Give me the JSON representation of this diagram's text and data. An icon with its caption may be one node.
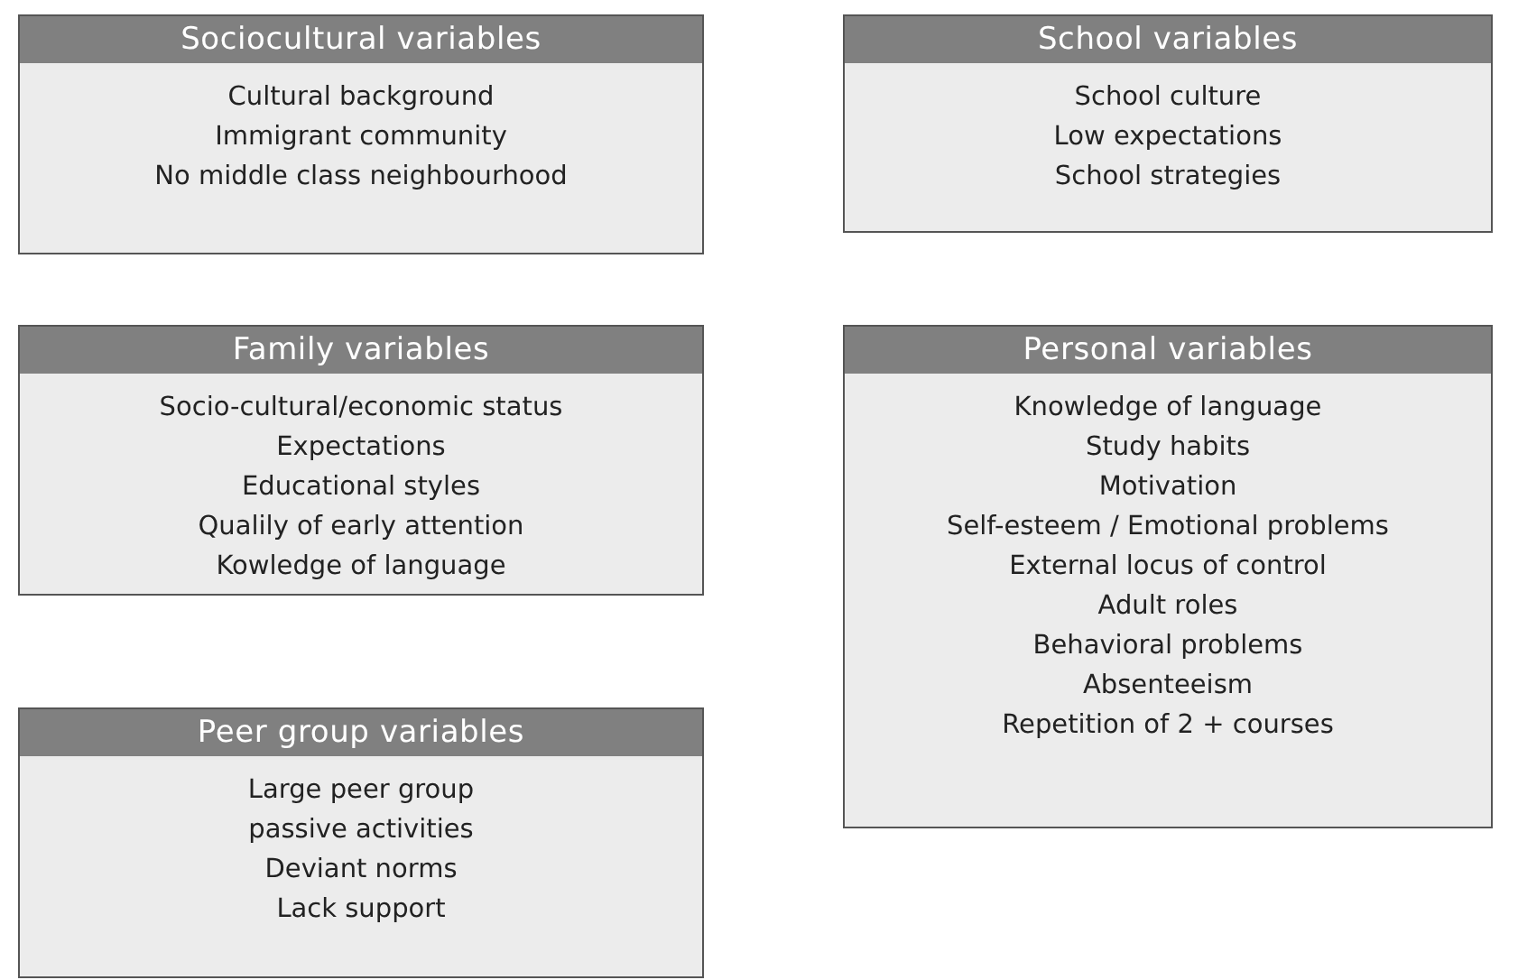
{
  "diagram": {
    "nodes": [
      {
        "text": [
          "Sociocultural variables",
          "Cultural background",
          "Immigrant community",
          "No middle class neighbourhood"
        ]
      },
      {
        "text": [
          "School variables",
          "School culture",
          "Low expectations",
          "School strategies"
        ]
      },
      {
        "text": [
          "Family variables",
          "Socio-cultural/economic status",
          "Expectations",
          "Educational styles",
          "Qualily of early attention",
          "Kowledge of language"
        ]
      },
      {
        "text": [
          "Personal variables",
          "Knowledge of language",
          "Study habits",
          "Motivation",
          "Self-esteem / Emotional problems",
          "External locus of control",
          "Adult roles",
          "Behavioral problems",
          "Absenteeism",
          "Repetition of 2 + courses"
        ]
      },
      {
        "text": [
          "Peer group variables",
          "Large peer group",
          "passive activities",
          "Deviant norms",
          "Lack support"
        ]
      }
    ]
  }
}
